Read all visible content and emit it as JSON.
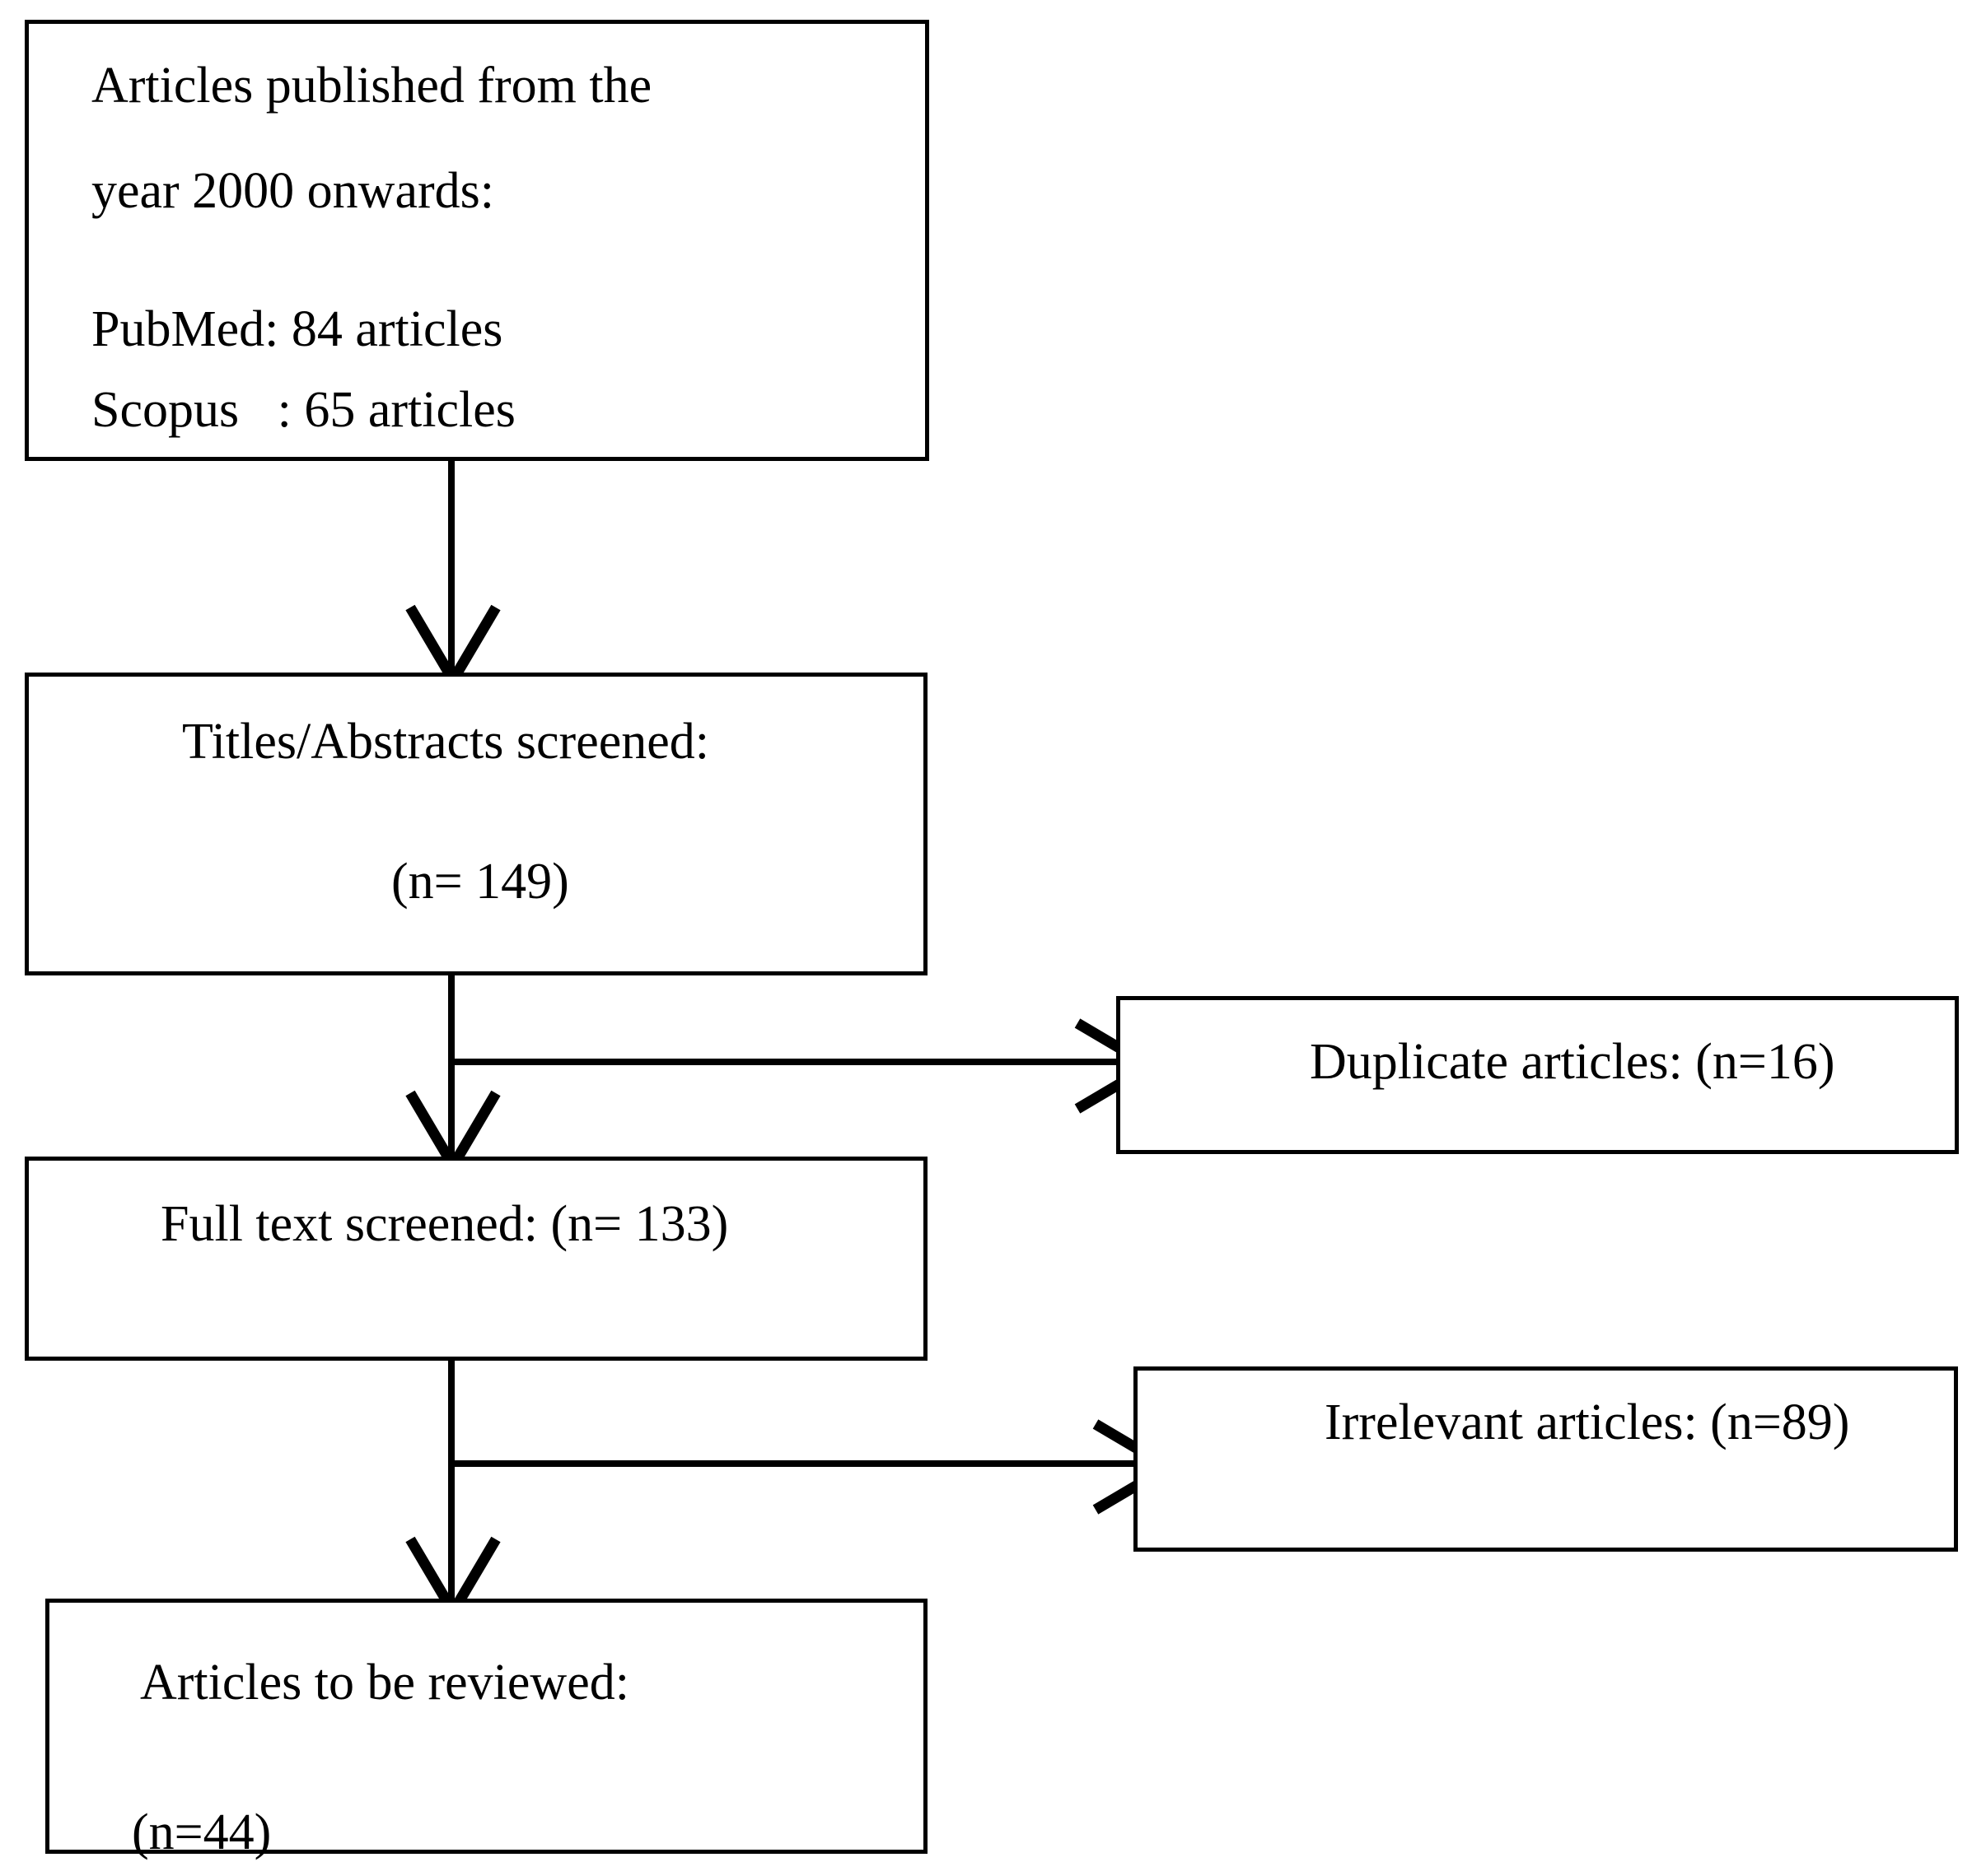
{
  "diagram": {
    "title": "PRISMA article selection flow diagram",
    "line_color": "#000000",
    "background_color": "#ffffff",
    "box_border_color": "#000000",
    "nodes": {
      "sources": {
        "line1": "Articles published from the",
        "line2": "year 2000 onwards:",
        "line3": "PubMed: 84 articles",
        "line4": "Scopus   : 65 articles"
      },
      "titles_screened": {
        "line1": "Titles/Abstracts screened:",
        "line2": "(n= 149)"
      },
      "full_text_screened": {
        "line1": "Full text screened: (n= 133)"
      },
      "articles_reviewed": {
        "line1": "Articles to be reviewed:",
        "line2": "(n=44)"
      },
      "duplicates": {
        "line1": "Duplicate articles: (n=16)"
      },
      "irrelevant": {
        "line1": "Irrelevant articles: (n=89)"
      }
    },
    "counts": {
      "pubmed": 84,
      "scopus": 65,
      "titles_abstracts_screened": 149,
      "duplicates_removed": 16,
      "full_text_screened": 133,
      "irrelevant_removed": 89,
      "articles_to_review": 44
    },
    "icons": {
      "arrow_down": "arrow-down-icon",
      "arrow_right": "arrow-right-icon"
    }
  }
}
